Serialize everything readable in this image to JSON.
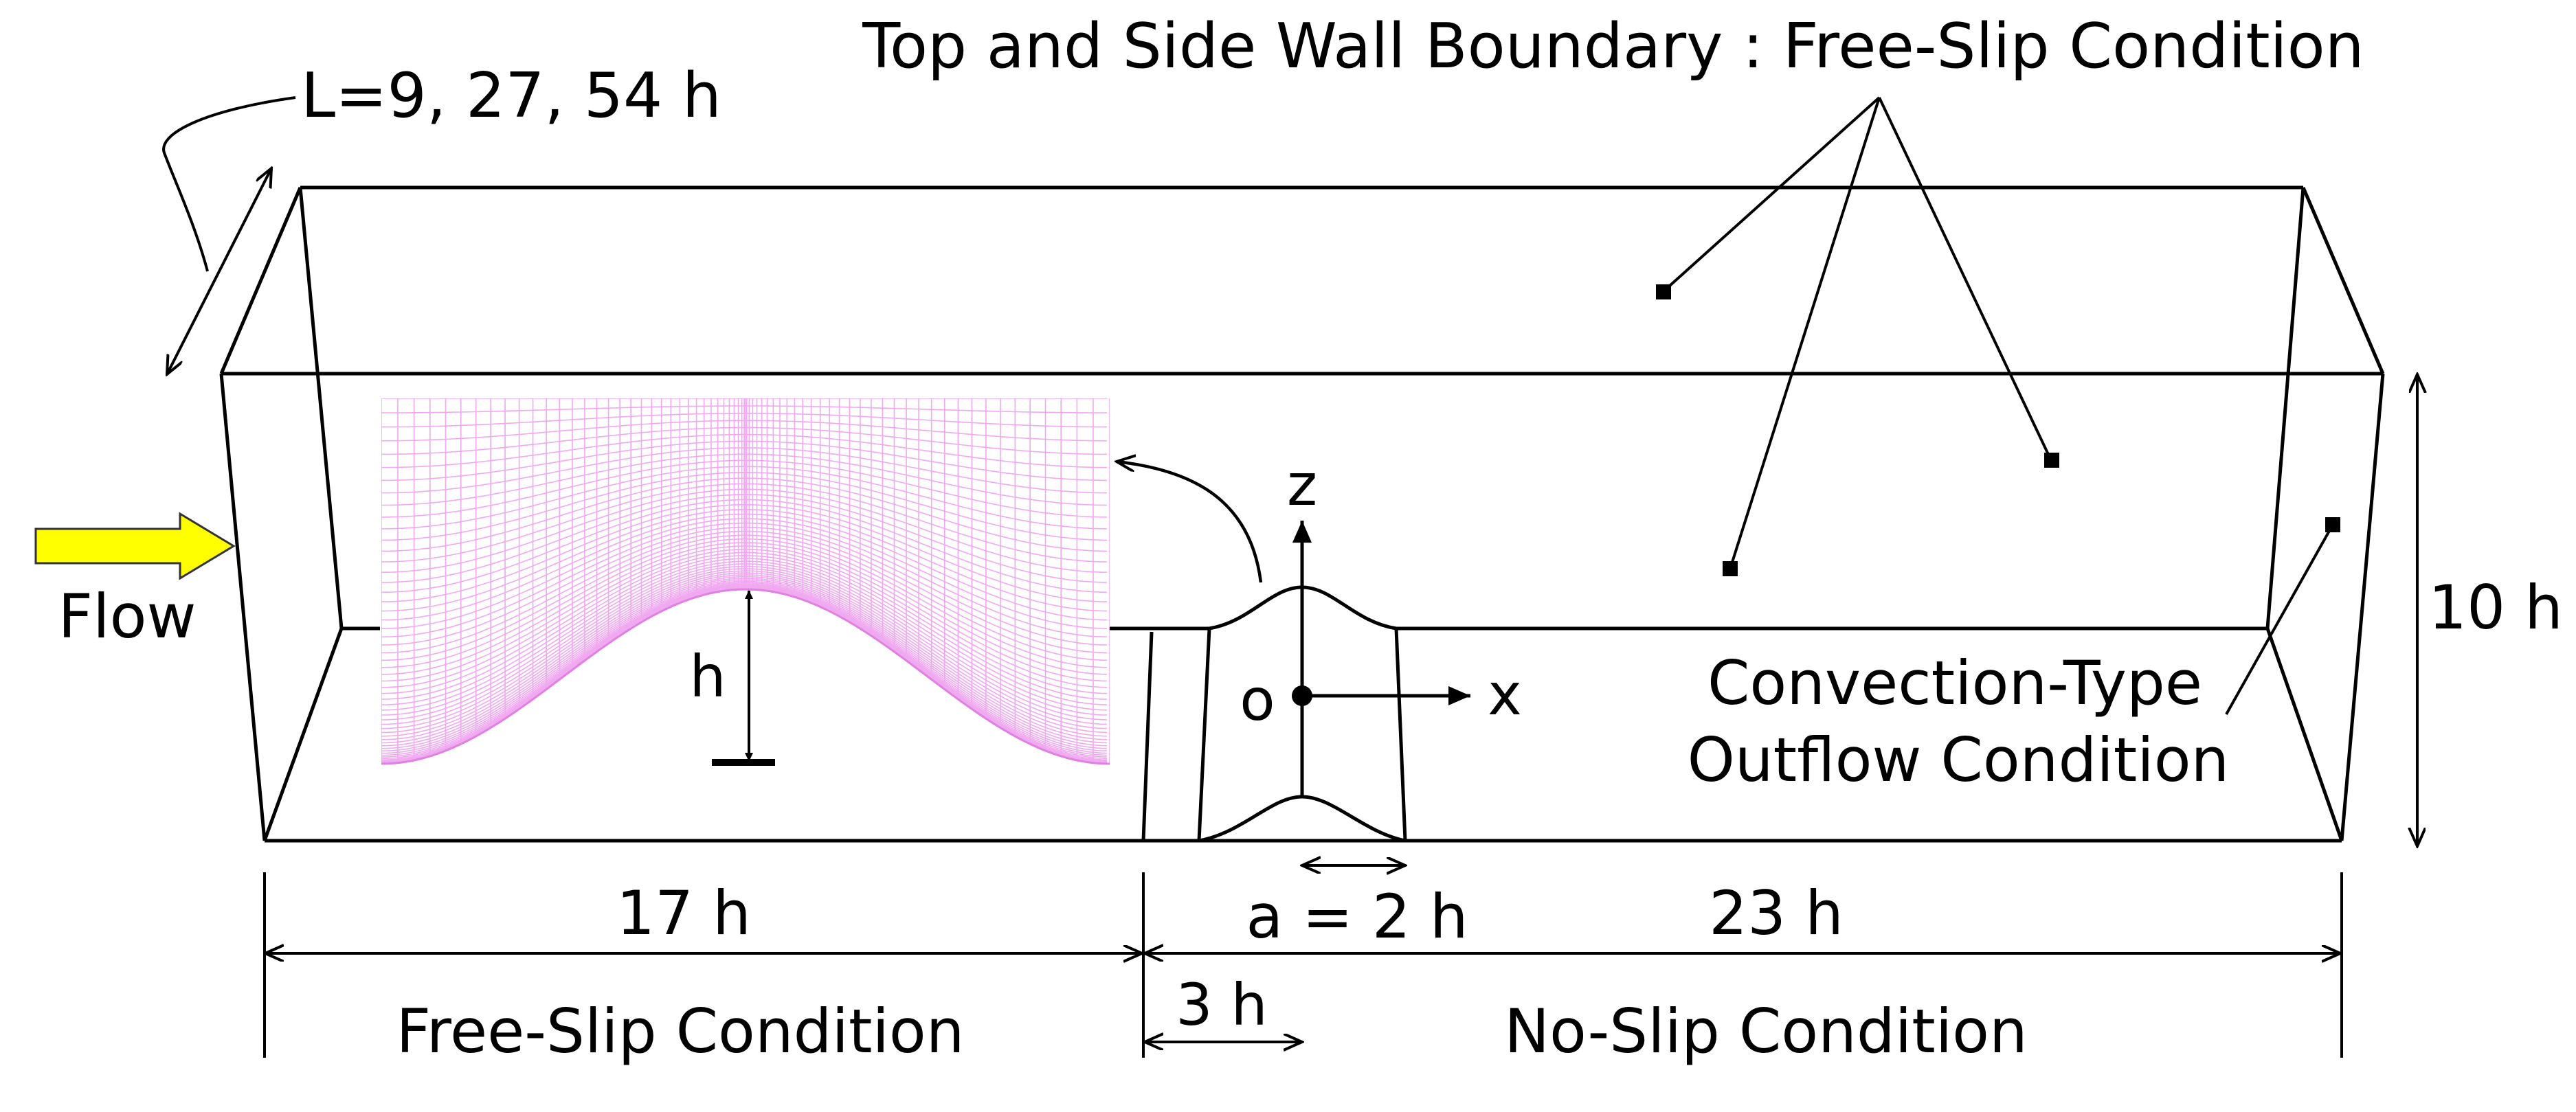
{
  "labels": {
    "top_boundary": "Top and Side Wall Boundary : Free-Slip Condition",
    "span_length": "L=9, 27, 54 h",
    "flow": "Flow",
    "height_total": "10 h",
    "hill_height": "h",
    "axis_z": "z",
    "axis_x": "x",
    "origin": "o",
    "outflow_line1": "Convection-Type",
    "outflow_line2": "Outflow Condition",
    "upstream_length": "17 h",
    "hill_half_width": "a = 2 h",
    "downstream_length": "23 h",
    "inlet_offset": "3 h",
    "free_slip_bottom": "Free-Slip Condition",
    "no_slip_bottom": "No-Slip Condition"
  },
  "colors": {
    "line": "#000000",
    "flow_arrow_fill": "#ffff00",
    "flow_arrow_stroke": "#333333",
    "mesh": "#f0a8f0"
  },
  "icons": {
    "flow_arrow": "right-arrow-icon"
  }
}
